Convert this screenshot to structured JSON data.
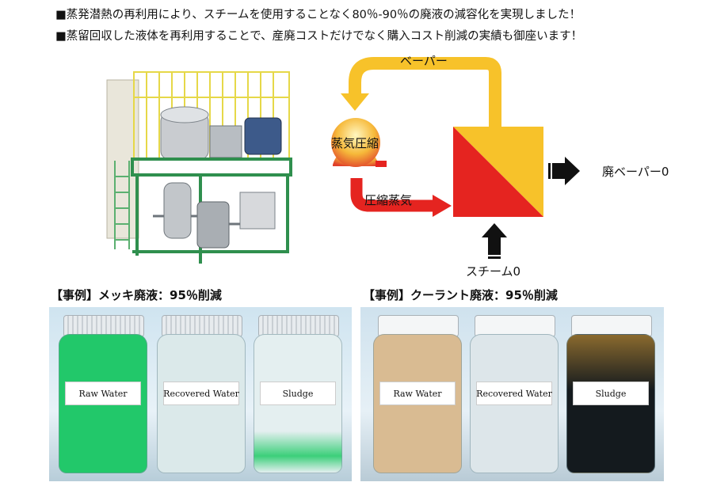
{
  "bullets": [
    "■蒸発潜熱の再利用により、スチームを使用することなく80％-90％の廃液の減容化を実現しました！",
    "■蒸留回収した液体を再利用することで、産廃コストだけでなく購入コスト削減の実績も御座います！"
  ],
  "flow": {
    "vapor": "ベーパー",
    "compression": "蒸気圧縮",
    "compressed_steam": "圧縮蒸気",
    "waste_vapor": "廃ベーパー0",
    "steam": "スチーム0"
  },
  "cases": [
    {
      "title": "【事例】メッキ廃液：95％削減",
      "jars": [
        {
          "label": "Raw Water",
          "color": "#22c86a"
        },
        {
          "label": "Recovered Water",
          "color": "#dbe9ea"
        },
        {
          "label": "Sludge",
          "color": "#e4eff0"
        }
      ]
    },
    {
      "title": "【事例】クーラント廃液：95％削減",
      "jars": [
        {
          "label": "Raw Water",
          "color": "#d9bb92"
        },
        {
          "label": "Recovered Water",
          "color": "#dde6ea"
        },
        {
          "label": "Sludge",
          "color": "#141a1e"
        }
      ]
    }
  ],
  "colors": {
    "yellow": "#f7c22a",
    "red": "#e52420",
    "machine_frame": "#3aa05a",
    "railing": "#f0e060"
  },
  "icons": [
    "vapor-arrow-icon",
    "compressor-dome-icon",
    "heat-exchanger-icon",
    "output-arrow-icon",
    "steam-arrow-icon"
  ]
}
